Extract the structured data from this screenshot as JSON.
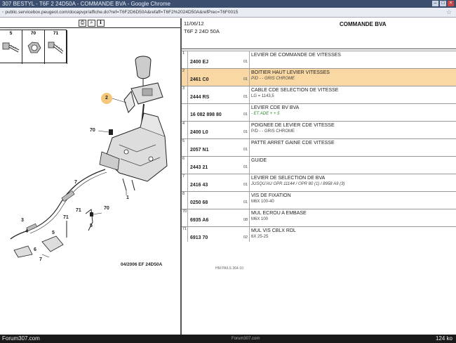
{
  "window": {
    "title": "307 BESTYL - T6F 2 24D50A - COMMANDE BVA - Google Chrome",
    "controls": [
      "minimize",
      "maximize",
      "close"
    ]
  },
  "address": {
    "url": "public.servicebox.peugeot.com/docapvpr/affiche.do?ref=T6F2D6D50A&refaff=T6F2%2024D50A&refPrec=T6F0015"
  },
  "left_panel": {
    "toolbar": [
      "print-icon",
      "zoom-icon",
      "info-icon"
    ],
    "thumbnails": [
      {
        "num": "5",
        "icon": "screw-icon"
      },
      {
        "num": "70",
        "icon": "nut-icon"
      },
      {
        "num": "71",
        "icon": "bolt-icon"
      }
    ],
    "callouts": [
      "2",
      "70",
      "1",
      "7",
      "71",
      "5",
      "70",
      "6",
      "5",
      "4",
      "7",
      "3",
      "71"
    ],
    "caption": "04/2006 EF 24D50A"
  },
  "right_header": {
    "date": "11/06/12",
    "code": "T6F 2 24D 50A",
    "title": "COMMANDE BVA"
  },
  "parts": [
    {
      "idx": "1",
      "ref": "2400 EJ",
      "qty": "01",
      "desc": "LEVIER DE COMMANDE DE VITESSES",
      "note": "",
      "note_style": "",
      "highlight": false
    },
    {
      "idx": "2",
      "ref": "2461 C0",
      "qty": "01",
      "desc": "BOITIER HAUT LEVIER VITESSES",
      "note": "P/D - - GRIS CHROME",
      "note_style": "italic",
      "highlight": true
    },
    {
      "idx": "3",
      "ref": "2444 RS",
      "qty": "01",
      "desc": "CABLE CDE SELECTION DE VITESSE",
      "note": "LG = 1143,5",
      "note_style": "",
      "highlight": false
    },
    {
      "idx": "",
      "ref": "16 082 898 80",
      "qty": "01",
      "desc": "LEVIER CDE BV BVA",
      "note": "- ET ADE + + 5",
      "note_style": "green",
      "highlight": false
    },
    {
      "idx": "4",
      "ref": "2400 L0",
      "qty": "01",
      "desc": "POIGNEE DE LEVIER CDE VITESSE",
      "note": "P/D - - GRIS CHROME",
      "note_style": "",
      "highlight": false
    },
    {
      "idx": "5",
      "ref": "2057 N1",
      "qty": "01",
      "desc": "PATTE ARRET GAINE CDE VITESSE",
      "note": "",
      "note_style": "",
      "highlight": false
    },
    {
      "idx": "6",
      "ref": "2443 21",
      "qty": "01",
      "desc": "GUIDE",
      "note": "",
      "note_style": "",
      "highlight": false
    },
    {
      "idx": "7",
      "ref": "2416 43",
      "qty": "01",
      "desc": "LEVIER DE SELECTION DE BVA",
      "note": "JUSQU'AU OPR 11144 / OPR 80 (1) / 8958 A9 (3)",
      "note_style": "italic",
      "highlight": false
    },
    {
      "idx": "8",
      "ref": "0250 68",
      "qty": "01",
      "desc": "VIS DE FIXATION",
      "note": "M6X 100-40",
      "note_style": "",
      "highlight": false
    },
    {
      "idx": "70",
      "ref": "6935 A6",
      "qty": "08",
      "desc": "MUL ECROU A EMBASE",
      "note": "M6X 100",
      "note_style": "",
      "highlight": false
    },
    {
      "idx": "71",
      "ref": "6913 70",
      "qty": "02",
      "desc": "MUL VIS CBLX RDL",
      "note": "6X 25-25",
      "note_style": "",
      "highlight": false
    }
  ],
  "tail_note": "HM PA/LS 364-10",
  "statusbar": {
    "left": "Forum307.com",
    "mid": "Forum307.com",
    "right": "124 ko"
  },
  "colors": {
    "highlight": "#f9d8a3",
    "callout_circle": "#f4c77b",
    "titlebar": "#3b4e6e",
    "statusbar": "#1a1a1a"
  }
}
